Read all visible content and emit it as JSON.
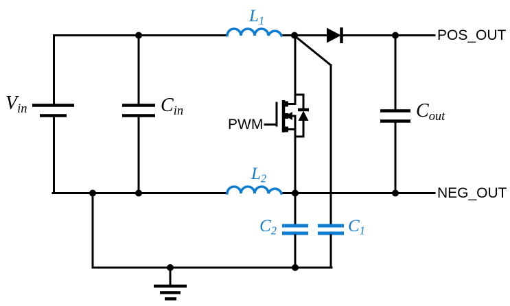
{
  "diagram_type": "circuit-schematic",
  "colors": {
    "wire": "#000000",
    "accent_blue": "#0d7cd1",
    "background": "#ffffff"
  },
  "labels": {
    "vin": {
      "main": "V",
      "sub": "in"
    },
    "cin": {
      "main": "C",
      "sub": "in"
    },
    "cout": {
      "main": "C",
      "sub": "out"
    },
    "l1": {
      "main": "L",
      "sub": "1"
    },
    "l2": {
      "main": "L",
      "sub": "2"
    },
    "c1": {
      "main": "C",
      "sub": "1"
    },
    "c2": {
      "main": "C",
      "sub": "2"
    },
    "pwm": "PWM",
    "pos_out": "POS_OUT",
    "neg_out": "NEG_OUT"
  },
  "components": [
    {
      "id": "vin",
      "type": "dc-voltage-source",
      "label": "Vin"
    },
    {
      "id": "cin",
      "type": "capacitor",
      "label": "Cin"
    },
    {
      "id": "l1",
      "type": "inductor",
      "label": "L1",
      "color": "blue"
    },
    {
      "id": "q1",
      "type": "n-mosfet-with-body-diode",
      "gate_label": "PWM"
    },
    {
      "id": "d1",
      "type": "diode"
    },
    {
      "id": "cout",
      "type": "capacitor",
      "label": "Cout"
    },
    {
      "id": "l2",
      "type": "inductor",
      "label": "L2",
      "color": "blue"
    },
    {
      "id": "c2",
      "type": "capacitor",
      "label": "C2",
      "color": "blue"
    },
    {
      "id": "c1",
      "type": "capacitor",
      "label": "C1",
      "color": "blue"
    },
    {
      "id": "gnd",
      "type": "ground-symbol"
    }
  ],
  "nets": {
    "positive_output": "POS_OUT",
    "negative_output": "NEG_OUT"
  }
}
